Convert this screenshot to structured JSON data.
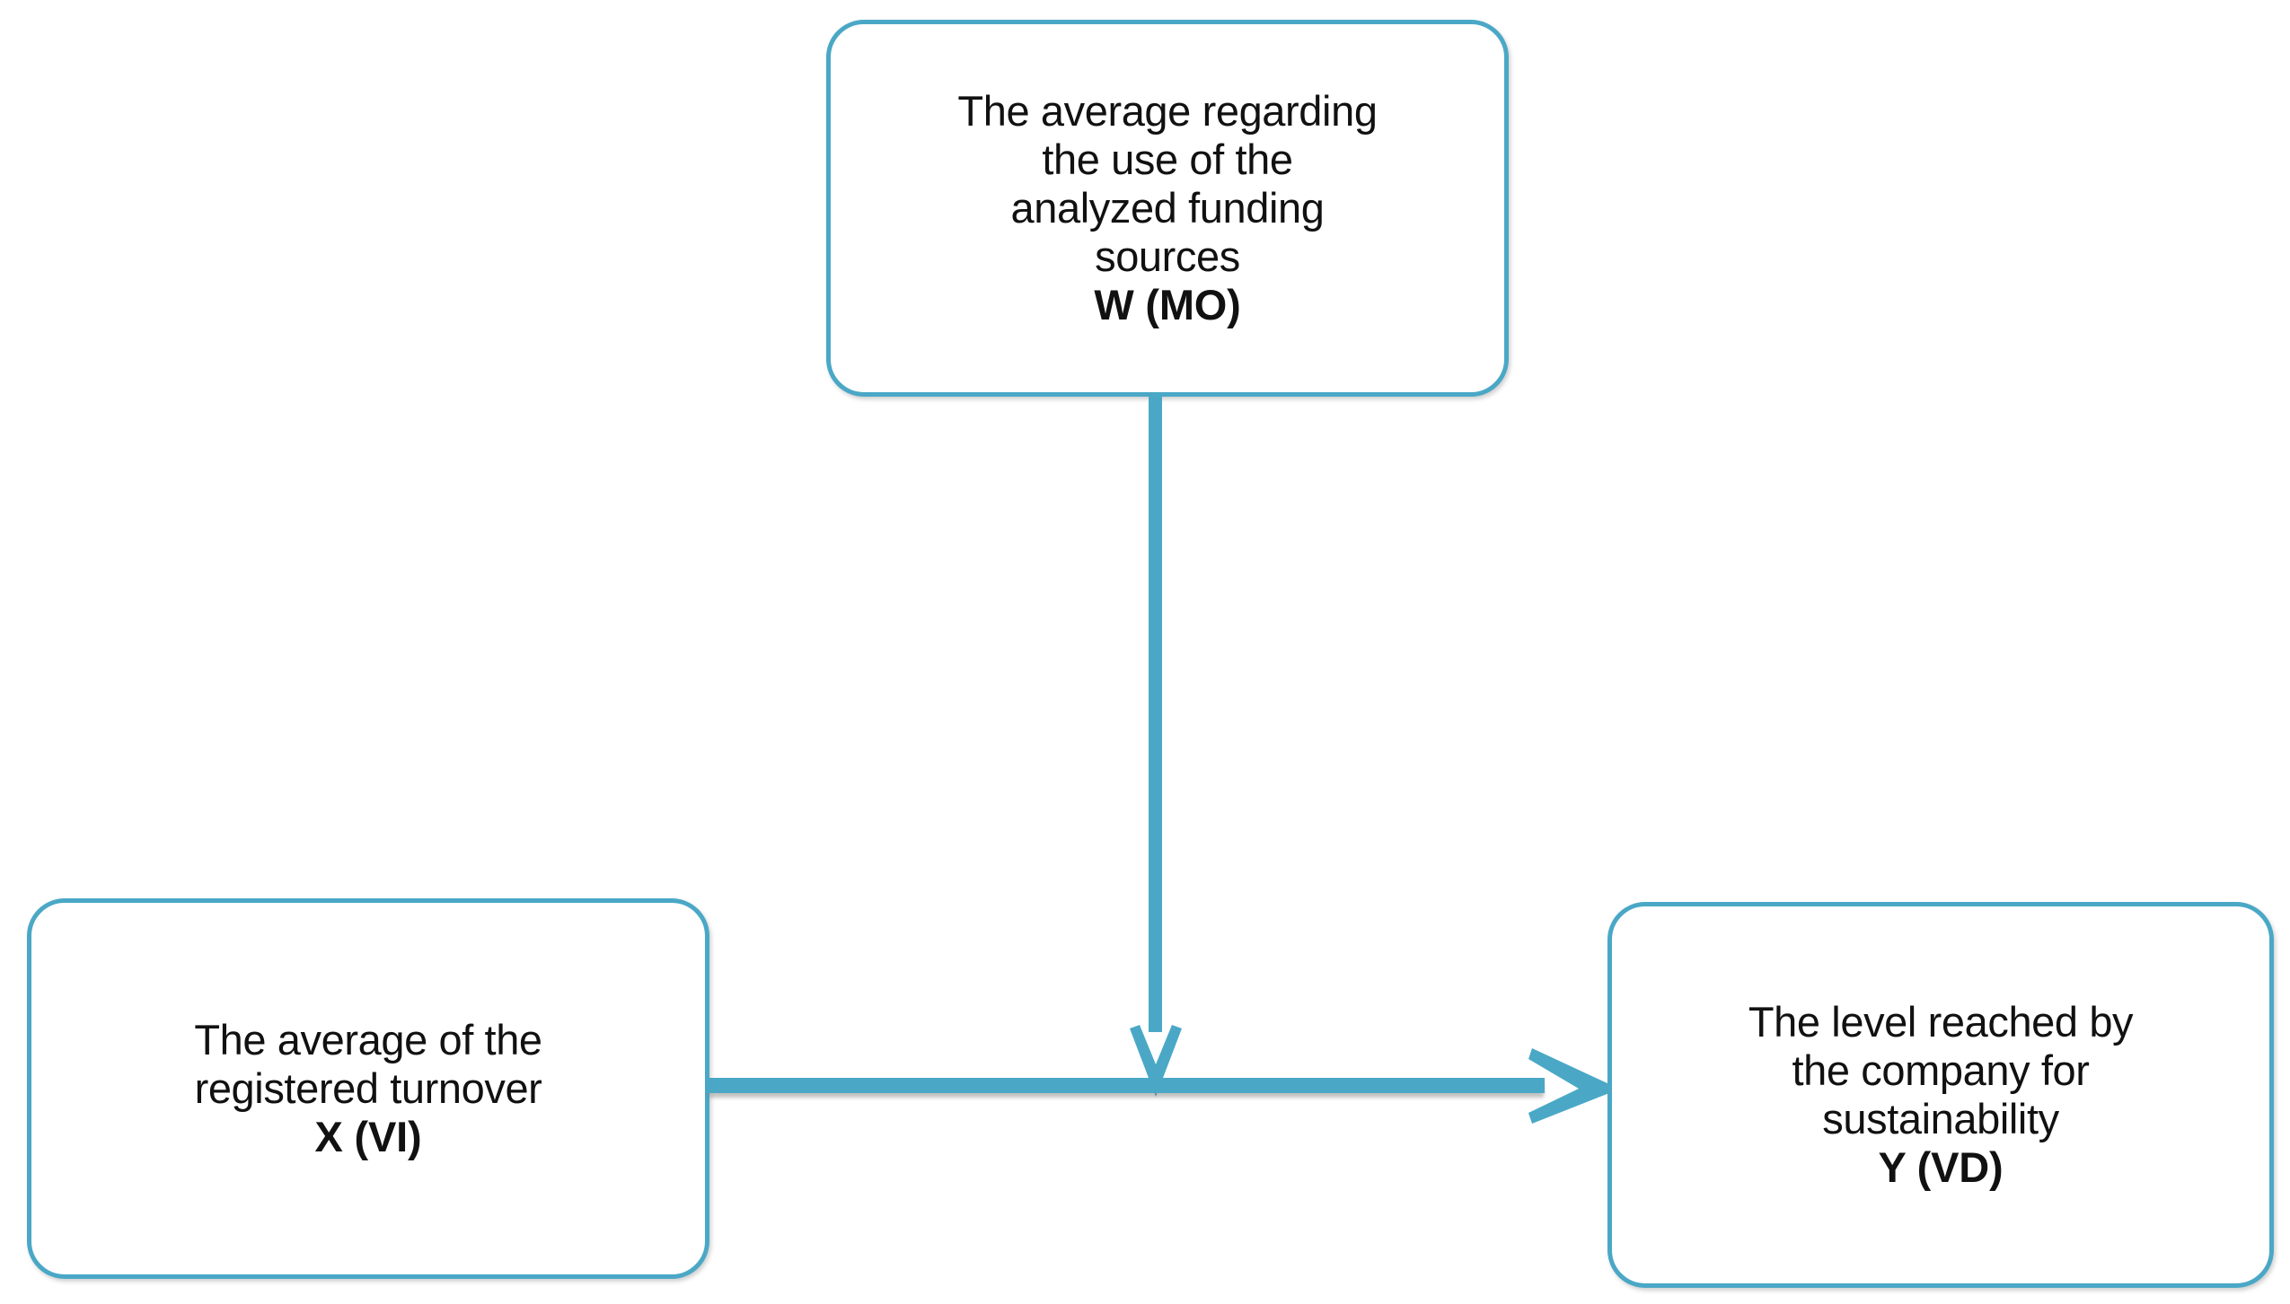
{
  "figure": {
    "type": "mediation-model-diagram",
    "background_color": "#ffffff",
    "accent_color": "#4aa8c6",
    "text_color": "#111111"
  },
  "nodes": [
    {
      "id": "W",
      "position": "top-center",
      "description": "The average regarding the use of the analyzed funding sources",
      "description_lines": "The average regarding\nthe use of the\nanalyzed funding\nsources",
      "code": "W (MO)"
    },
    {
      "id": "X",
      "position": "bottom-left",
      "description": "The average of the registered turnover",
      "description_lines": "The average of the\nregistered turnover",
      "code": "X (VI)"
    },
    {
      "id": "Y",
      "position": "bottom-right",
      "description": "The level reached by the company for sustainability",
      "description_lines": "The level reached by\nthe company for\nsustainability",
      "code": "Y (VD)"
    }
  ],
  "edges": [
    {
      "id": "edge-w-to-xy",
      "from": "W",
      "to": "X-Y path",
      "direction": "down",
      "arrowhead": "down-arrow-icon",
      "color": "#4aa8c6"
    },
    {
      "id": "edge-x-to-y",
      "from": "X",
      "to": "Y",
      "direction": "right",
      "arrowhead": "right-arrow-icon",
      "color": "#4aa8c6"
    }
  ]
}
